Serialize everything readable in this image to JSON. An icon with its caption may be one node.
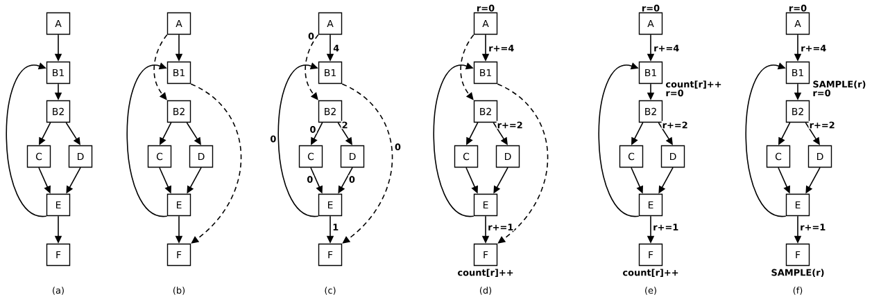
{
  "diagram": {
    "nodes": [
      {
        "text": [
          "A"
        ]
      },
      {
        "text": [
          "B1"
        ]
      },
      {
        "text": [
          "B2"
        ]
      },
      {
        "text": [
          "C"
        ]
      },
      {
        "text": [
          "D"
        ]
      },
      {
        "text": [
          "E"
        ]
      },
      {
        "text": [
          "F"
        ]
      },
      {
        "text": [
          "A"
        ]
      },
      {
        "text": [
          "B1"
        ]
      },
      {
        "text": [
          "B2"
        ]
      },
      {
        "text": [
          "C"
        ]
      },
      {
        "text": [
          "D"
        ]
      },
      {
        "text": [
          "E"
        ]
      },
      {
        "text": [
          "F"
        ]
      },
      {
        "text": [
          "A"
        ]
      },
      {
        "text": [
          "B1"
        ]
      },
      {
        "text": [
          "B2"
        ]
      },
      {
        "text": [
          "C"
        ]
      },
      {
        "text": [
          "D"
        ]
      },
      {
        "text": [
          "E"
        ]
      },
      {
        "text": [
          "F"
        ]
      },
      {
        "text": [
          "A"
        ],
        "beside": [
          "r=0"
        ]
      },
      {
        "text": [
          "B1"
        ]
      },
      {
        "text": [
          "B2"
        ]
      },
      {
        "text": [
          "C"
        ]
      },
      {
        "text": [
          "D"
        ]
      },
      {
        "text": [
          "E"
        ]
      },
      {
        "text": [
          "F"
        ],
        "beside": [
          "count[r]++"
        ]
      },
      {
        "text": [
          "A"
        ],
        "beside": [
          "r=0"
        ]
      },
      {
        "text": [
          "B1"
        ],
        "beside": [
          "count[r]++",
          "r=0"
        ]
      },
      {
        "text": [
          "B2"
        ]
      },
      {
        "text": [
          "C"
        ]
      },
      {
        "text": [
          "D"
        ]
      },
      {
        "text": [
          "E"
        ]
      },
      {
        "text": [
          "F"
        ],
        "beside": [
          "count[r]++"
        ]
      },
      {
        "text": [
          "A"
        ],
        "beside": [
          "r=0"
        ]
      },
      {
        "text": [
          "B1"
        ],
        "beside": [
          "SAMPLE(r)",
          "r=0"
        ]
      },
      {
        "text": [
          "B2"
        ]
      },
      {
        "text": [
          "C"
        ]
      },
      {
        "text": [
          "D"
        ]
      },
      {
        "text": [
          "E"
        ]
      },
      {
        "text": [
          "F"
        ],
        "beside": [
          "SAMPLE(r)"
        ]
      }
    ],
    "edges": [
      {
        "from": 0,
        "to": 1,
        "arrow": "to"
      },
      {
        "from": 1,
        "to": 2,
        "arrow": "to"
      },
      {
        "from": 2,
        "to": 3,
        "arrow": "to"
      },
      {
        "from": 2,
        "to": 4,
        "arrow": "to"
      },
      {
        "from": 3,
        "to": 5,
        "arrow": "to"
      },
      {
        "from": 4,
        "to": 5,
        "arrow": "to"
      },
      {
        "from": 5,
        "to": 6,
        "arrow": "to"
      },
      {
        "from": 5,
        "to": 1,
        "arrow": "to"
      },
      {
        "from": 7,
        "to": 8,
        "arrow": "to"
      },
      {
        "from": 7,
        "to": 9,
        "arrow": "to",
        "style": "dashed"
      },
      {
        "from": 9,
        "to": 10,
        "arrow": "to"
      },
      {
        "from": 9,
        "to": 11,
        "arrow": "to"
      },
      {
        "from": 10,
        "to": 12,
        "arrow": "to"
      },
      {
        "from": 11,
        "to": 12,
        "arrow": "to"
      },
      {
        "from": 12,
        "to": 13,
        "arrow": "to"
      },
      {
        "from": 12,
        "to": 8,
        "arrow": "to"
      },
      {
        "from": 8,
        "to": 13,
        "arrow": "to",
        "style": "dashed"
      },
      {
        "from": 14,
        "to": 15,
        "arrow": "to",
        "label": "4"
      },
      {
        "from": 14,
        "to": 16,
        "arrow": "to",
        "style": "dashed",
        "label": "0"
      },
      {
        "from": 16,
        "to": 17,
        "arrow": "to",
        "label": "0"
      },
      {
        "from": 16,
        "to": 18,
        "arrow": "to",
        "label": "2"
      },
      {
        "from": 17,
        "to": 19,
        "arrow": "to",
        "label": "0"
      },
      {
        "from": 18,
        "to": 19,
        "arrow": "to",
        "label": "0"
      },
      {
        "from": 19,
        "to": 20,
        "arrow": "to",
        "label": "1"
      },
      {
        "from": 19,
        "to": 15,
        "arrow": "to",
        "label": "0"
      },
      {
        "from": 15,
        "to": 20,
        "arrow": "to",
        "style": "dashed",
        "label": "0"
      },
      {
        "from": 21,
        "to": 22,
        "arrow": "to",
        "label": "r+=4"
      },
      {
        "from": 21,
        "to": 23,
        "arrow": "to",
        "style": "dashed"
      },
      {
        "from": 23,
        "to": 24,
        "arrow": "to"
      },
      {
        "from": 23,
        "to": 25,
        "arrow": "to",
        "label": "r+=2"
      },
      {
        "from": 24,
        "to": 26,
        "arrow": "to"
      },
      {
        "from": 25,
        "to": 26,
        "arrow": "to"
      },
      {
        "from": 26,
        "to": 27,
        "arrow": "to",
        "label": "r+=1"
      },
      {
        "from": 26,
        "to": 22,
        "arrow": "to"
      },
      {
        "from": 22,
        "to": 27,
        "arrow": "to",
        "style": "dashed"
      },
      {
        "from": 28,
        "to": 29,
        "arrow": "to",
        "label": "r+=4"
      },
      {
        "from": 29,
        "to": 30,
        "arrow": "to"
      },
      {
        "from": 30,
        "to": 31,
        "arrow": "to"
      },
      {
        "from": 30,
        "to": 32,
        "arrow": "to",
        "label": "r+=2"
      },
      {
        "from": 31,
        "to": 33,
        "arrow": "to"
      },
      {
        "from": 32,
        "to": 33,
        "arrow": "to"
      },
      {
        "from": 33,
        "to": 34,
        "arrow": "to",
        "label": "r+=1"
      },
      {
        "from": 33,
        "to": 29,
        "arrow": "to"
      },
      {
        "from": 35,
        "to": 36,
        "arrow": "to",
        "label": "r+=4"
      },
      {
        "from": 36,
        "to": 37,
        "arrow": "to"
      },
      {
        "from": 37,
        "to": 38,
        "arrow": "to"
      },
      {
        "from": 37,
        "to": 39,
        "arrow": "to",
        "label": "r+=2"
      },
      {
        "from": 38,
        "to": 40,
        "arrow": "to"
      },
      {
        "from": 39,
        "to": 40,
        "arrow": "to"
      },
      {
        "from": 40,
        "to": 41,
        "arrow": "to",
        "label": "r+=1"
      },
      {
        "from": 40,
        "to": 36,
        "arrow": "to"
      }
    ],
    "labels": [
      "(a)",
      "(b)",
      "(c)",
      "(d)",
      "(e)",
      "(f)"
    ]
  }
}
